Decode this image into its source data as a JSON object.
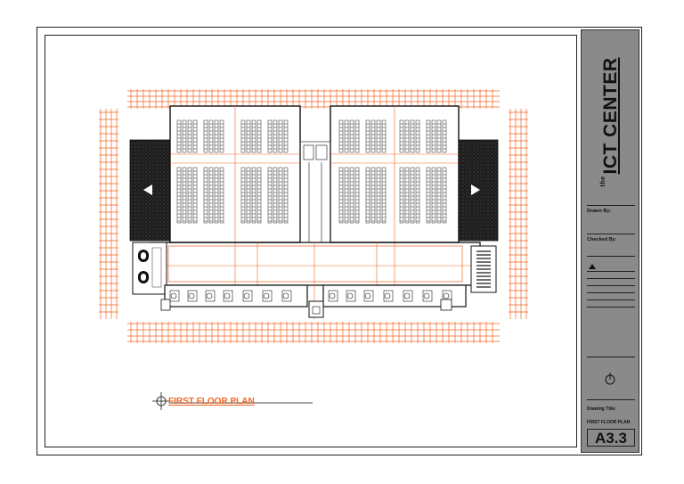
{
  "title_block": {
    "project_prefix": "the",
    "project_name": "ICT CENTER",
    "drawn_by_label": "Drawn By:",
    "checked_by_label": "Checked By:",
    "drawing_title_label": "Drawing Title:",
    "drawing_name": "FIRST FLOOR PLAN",
    "sheet_number": "A3.3"
  },
  "plan": {
    "caption": "FIRST FLOOR PLAN"
  },
  "colors": {
    "dimension_orange": "#f26522",
    "title_block_gray": "#8a8a8a",
    "linework": "#111111"
  },
  "icons": {
    "north_arrow": "north-arrow-icon",
    "section_marker": "crosshair-marker-icon"
  }
}
